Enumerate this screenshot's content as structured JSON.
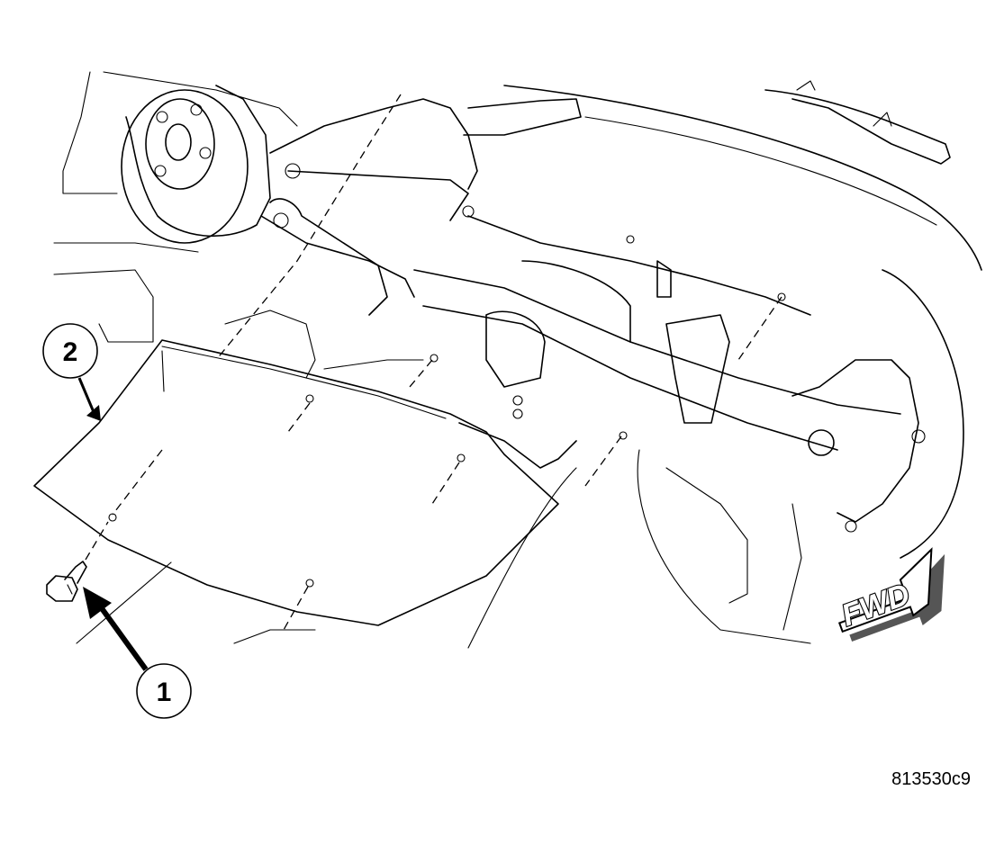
{
  "callouts": [
    {
      "number": "1",
      "part": "bolt"
    },
    {
      "number": "2",
      "part": "splash shield"
    }
  ],
  "direction_label": "FWD",
  "figure_id": "813530c9"
}
